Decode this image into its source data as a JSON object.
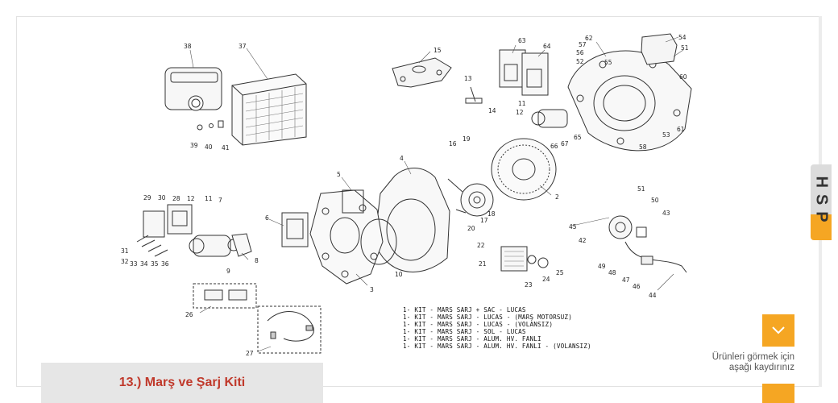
{
  "product": {
    "title": "13.) Marş ve Şarj Kiti"
  },
  "diagram": {
    "callouts": [
      "38",
      "37",
      "39",
      "40",
      "41",
      "15",
      "13",
      "14",
      "63",
      "64",
      "62",
      "57",
      "56",
      "52",
      "55",
      "54",
      "51",
      "60",
      "11",
      "12",
      "66",
      "67",
      "65",
      "53",
      "61",
      "58",
      "16",
      "19",
      "18",
      "17",
      "20",
      "4",
      "2",
      "5",
      "6",
      "3",
      "10",
      "29",
      "30",
      "28",
      "12",
      "11",
      "7",
      "31",
      "32",
      "33",
      "34",
      "35",
      "36",
      "9",
      "8",
      "26",
      "27",
      "22",
      "21",
      "23",
      "24",
      "25",
      "51",
      "50",
      "45",
      "42",
      "43",
      "49",
      "48",
      "47",
      "46",
      "44"
    ],
    "kit_list": [
      "1- KIT - MARS SARJ + SAC - LUCAS",
      "1- KIT - MARS SARJ - LUCAS -  (MARŞ MOTORSUZ)",
      "1- KIT - MARS SARJ - LUCAS -  (VOLANSIZ)",
      "1- KIT - MARS SARJ - SOL - LUCAS",
      "1- KIT - MARS SARJ - ALUM. HV. FANLI",
      "1- KIT - MARS SARJ - ALUM. HV. FANLI - (VOLANSIZ)"
    ]
  },
  "brand": {
    "letters": "HSP"
  },
  "scroll": {
    "hint_line1": "Ürünleri görmek için",
    "hint_line2": "aşağı kaydırınız",
    "icon": "chevron-down-icon"
  },
  "colors": {
    "accent": "#f5a623",
    "title_red": "#c0392b",
    "caption_bg": "#e6e6e6"
  }
}
